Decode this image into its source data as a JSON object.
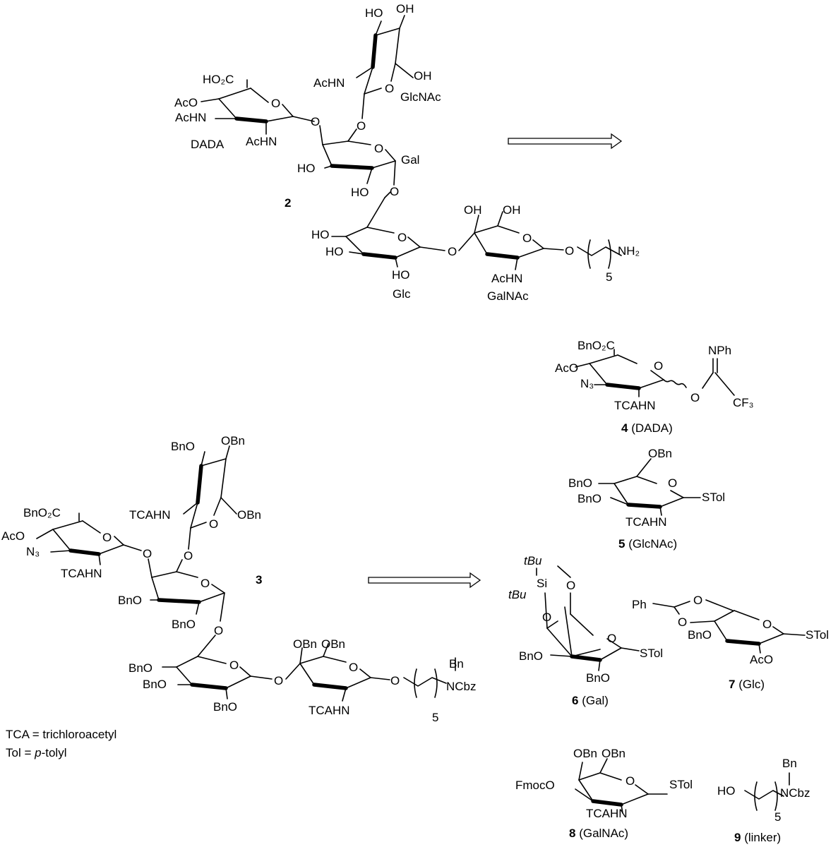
{
  "compound_2": {
    "number": "2",
    "units": {
      "dada": "DADA",
      "glcnac": "GlcNAc",
      "gal": "Gal",
      "glc": "Glc",
      "galnac": "GalNAc"
    },
    "labels": {
      "ho2c": "HO₂C",
      "aco": "AcO",
      "achn_left": "AcHN",
      "achn_dada": "AcHN",
      "ho_top1": "HO",
      "oh_top2": "OH",
      "achn_glcnac": "AcHN",
      "oh_glcnac6": "OH",
      "ho_gal4": "HO",
      "ho_gal2": "HO",
      "ho_glc6": "HO",
      "ho_glc4": "HO",
      "ho_glc2": "HO",
      "oh_galnac4": "OH",
      "oh_galnac6": "OH",
      "achn_galnac": "AcHN",
      "nh2": "NH₂",
      "five": "5"
    }
  },
  "compound_3": {
    "number": "3",
    "labels": {
      "bno2c": "BnO₂C",
      "aco": "AcO",
      "n3": "N₃",
      "tcahn_dada": "TCAHN",
      "bno_top": "BnO",
      "obn_top": "OBn",
      "tcahn_glcnac": "TCAHN",
      "obn_glcnac6": "OBn",
      "bno_gal4": "BnO",
      "bno_gal2": "BnO",
      "bno_glc6": "BnO",
      "bno_glc4": "BnO",
      "bno_glc2": "BnO",
      "obn_galnac4": "OBn",
      "obn_galnac6": "OBn",
      "tcahn_galnac": "TCAHN",
      "bn": "Bn",
      "ncbz": "NCbz",
      "five": "5"
    }
  },
  "building_blocks": {
    "bb4": {
      "number": "4",
      "name": " (DADA)",
      "bno2c": "BnO₂C",
      "aco": "AcO",
      "n3": "N₃",
      "tcahn": "TCAHN",
      "nph": "NPh",
      "cf3": "CF₃"
    },
    "bb5": {
      "number": "5",
      "name": " (GlcNAc)",
      "obn": "OBn",
      "bno_a": "BnO",
      "bno_b": "BnO",
      "tcahn": "TCAHN",
      "stol": "STol"
    },
    "bb6": {
      "number": "6",
      "name": " (Gal)",
      "tbu_a": "tBu",
      "tbu_b": "tBu",
      "si": "Si",
      "bno_a": "BnO",
      "bno_b": "BnO",
      "stol": "STol"
    },
    "bb7": {
      "number": "7",
      "name": " (Glc)",
      "ph": "Ph",
      "bno": "BnO",
      "aco": "AcO",
      "stol": "STol"
    },
    "bb8": {
      "number": "8",
      "name": " (GalNAc)",
      "obn_a": "OBn",
      "obn_b": "OBn",
      "fmoco": "FmocO",
      "tcahn": "TCAHN",
      "stol": "STol"
    },
    "bb9": {
      "number": "9",
      "name": " (linker)",
      "ho": "HO",
      "bn": "Bn",
      "ncbz": "NCbz",
      "five": "5"
    }
  },
  "legend": {
    "tca": "TCA = trichloroacetyl",
    "tol_prefix": "Tol  = ",
    "tol_italic": "p",
    "tol_suffix": "-tolyl"
  },
  "ring_oxygen": "O"
}
